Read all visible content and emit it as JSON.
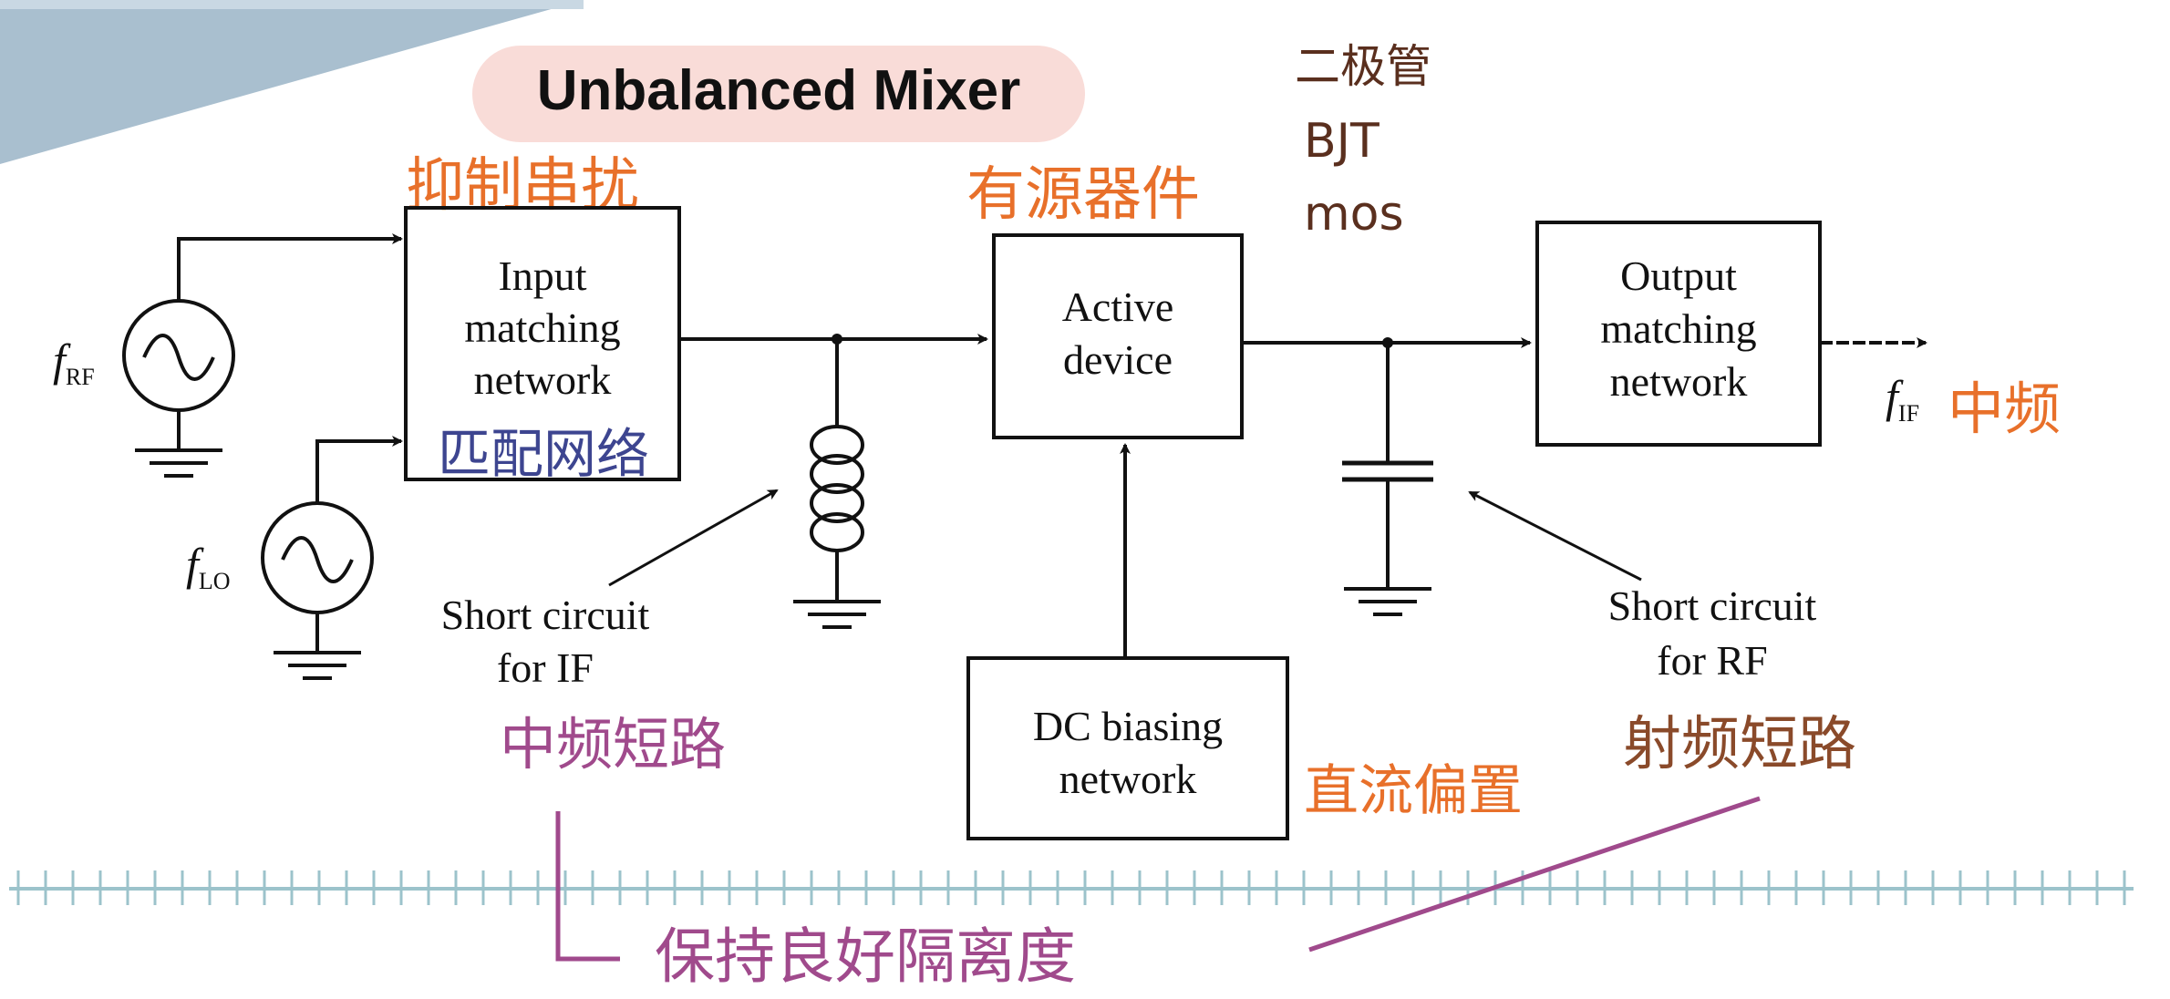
{
  "title": "Unbalanced Mixer",
  "colors": {
    "title_pill": "#f9dcd8",
    "corner_accent": "#a9bfcf",
    "ink_orange": "#e8702a",
    "ink_blue": "#3d4590",
    "ink_purple": "#a04a8c",
    "ink_brown": "#8a4a2a",
    "ruler": "#9cc3cb",
    "line": "#111111"
  },
  "blocks": {
    "input_matching": [
      "Input",
      "matching",
      "network"
    ],
    "active_device": [
      "Active",
      "device"
    ],
    "output_matching": [
      "Output",
      "matching",
      "network"
    ],
    "dc_biasing": [
      "DC biasing",
      "network"
    ]
  },
  "sources": {
    "rf": {
      "symbol": "f",
      "subscript": "RF"
    },
    "lo": {
      "symbol": "f",
      "subscript": "LO"
    },
    "if_out": {
      "symbol": "f",
      "subscript": "IF"
    }
  },
  "labels": {
    "short_if": [
      "Short circuit",
      "for IF"
    ],
    "short_rf": [
      "Short circuit",
      "for RF"
    ]
  },
  "annotations": {
    "suppress_crosstalk": "抑制串扰",
    "active_components": "有源器件",
    "device_list": [
      "二极管",
      "BJT",
      "mos"
    ],
    "matching_network": "匹配网络",
    "intermediate_freq": "中频",
    "if_short": "中频短路",
    "dc_bias": "直流偏置",
    "rf_short": "射频短路",
    "isolation": "保持良好隔离度"
  },
  "icons": {
    "source": "ac-source-icon",
    "ground": "ground-icon",
    "inductor": "inductor-icon",
    "capacitor": "capacitor-icon"
  }
}
